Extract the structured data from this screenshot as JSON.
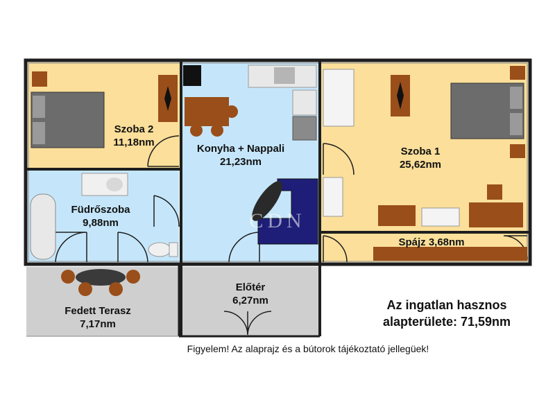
{
  "rooms": {
    "szoba2": {
      "name": "Szoba 2",
      "area": "11,18nm"
    },
    "konyha": {
      "name": "Konyha + Nappali",
      "area": "21,23nm"
    },
    "szoba1": {
      "name": "Szoba 1",
      "area": "25,62nm"
    },
    "furdo": {
      "name": "Füdrőszoba",
      "area": "9,88nm"
    },
    "spajz": {
      "name": "Spájz 3,68nm"
    },
    "terasz": {
      "name": "Fedett Terasz",
      "area": "7,17nm"
    },
    "eloter": {
      "name": "Előtér",
      "area": "6,27nm"
    }
  },
  "summary": {
    "line1": "Az ingatlan hasznos",
    "line2": "alapterülete: 71,59nm"
  },
  "note": "Figyelem! Az alaprajz és a bútorok tájékoztató jellegüek!",
  "watermark": "CDN",
  "colors": {
    "bedroom_floor": "#FBDF9A",
    "wet_floor": "#C5E6FA",
    "terrace_floor": "#CFCFCF",
    "wall": "#1E1E1E",
    "wood": "#9A4E19",
    "sofa": "#1E1E78",
    "bed": "#6C6C6C"
  }
}
